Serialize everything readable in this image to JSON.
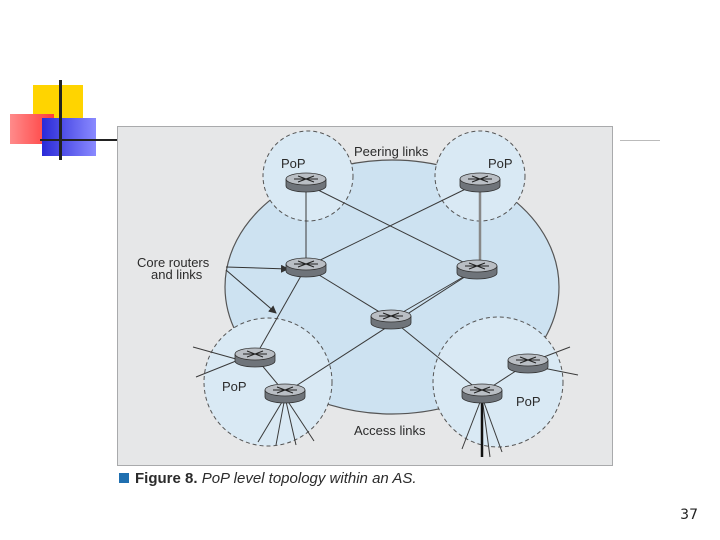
{
  "diagram": {
    "labels": {
      "peering_links": "Peering links",
      "core_routers": "Core routers",
      "and_links": "and links",
      "access_links": "Access links",
      "pop": "PoP"
    }
  },
  "caption": {
    "label": "Figure 8.",
    "text": "PoP level topology within an AS."
  },
  "page_number": "37",
  "colors": {
    "deco_yellow": "#ffd400",
    "deco_red": "#ff4a4a",
    "deco_blue": "#2a2ad8",
    "as_cloud": "#cde2f1",
    "pop_region": "#d9e9f4",
    "figure_bg": "#e6e7e8",
    "caption_bullet": "#1f6fb0"
  }
}
